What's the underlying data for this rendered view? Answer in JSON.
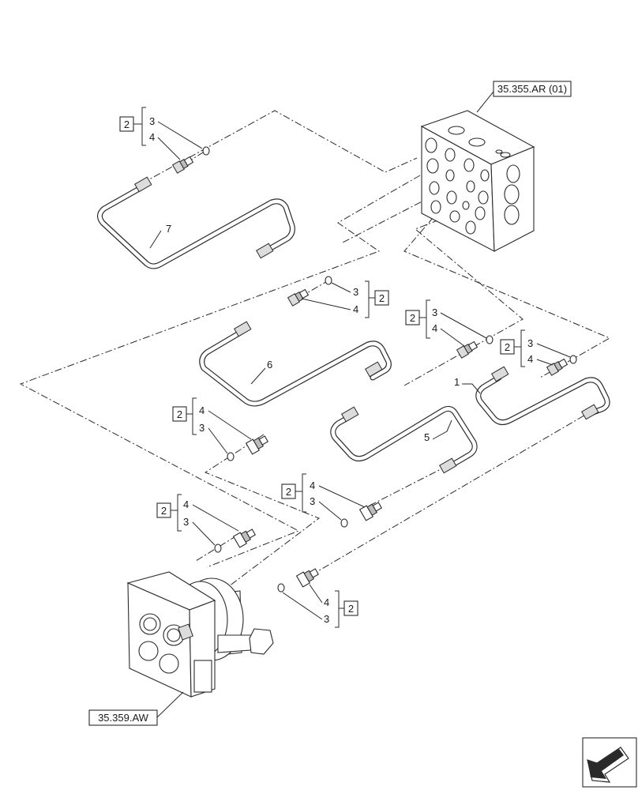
{
  "references": {
    "valve_block": "35.355.AR (01)",
    "joystick": "35.359.AW"
  },
  "callouts": {
    "pipe_7": "7",
    "pipe_6": "6",
    "pipe_5": "5",
    "pipe_1": "1",
    "group_qty": "2",
    "o_ring": "3",
    "adapter": "4"
  },
  "icons": {
    "nav": "next-page-arrow-icon"
  }
}
